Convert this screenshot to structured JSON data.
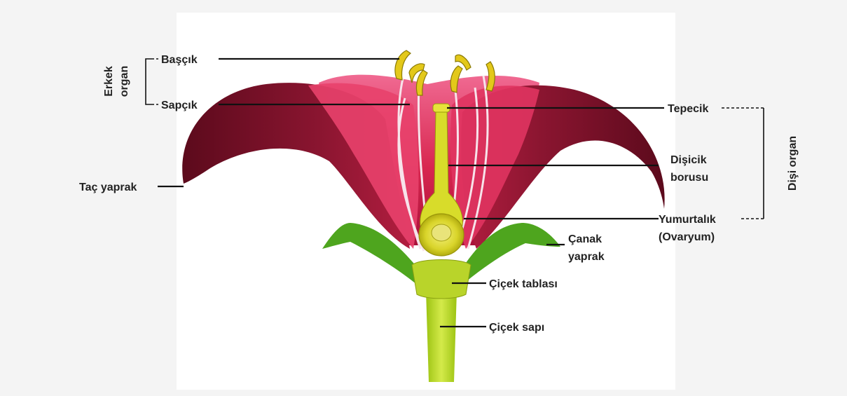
{
  "diagram": {
    "labels": {
      "anther": "Başçık",
      "filament": "Sapçık",
      "petal": "Taç yaprak",
      "stigma": "Tepecik",
      "style_line1": "Dişicik",
      "style_line2": "borusu",
      "ovary_line1": "Yumurtalık",
      "ovary_line2": "(Ovaryum)",
      "sepal_line1": "Çanak",
      "sepal_line2": "yaprak",
      "receptacle": "Çiçek tablası",
      "peduncle": "Çiçek sapı"
    },
    "groups": {
      "male_line1": "Erkek",
      "male_line2": "organ",
      "female": "Dişi organ"
    }
  }
}
